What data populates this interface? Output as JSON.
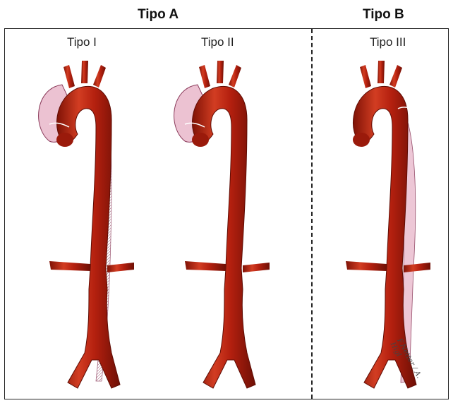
{
  "groups": [
    {
      "title": "Tipo A"
    },
    {
      "title": "Tipo B"
    }
  ],
  "panels": [
    {
      "label": "Tipo I"
    },
    {
      "label": "Tipo II"
    },
    {
      "label": "Tipo III"
    }
  ],
  "signature": "F.Netter / A. Higl",
  "colors": {
    "aorta": "#a81b0c",
    "aorta_highlight": "#d8452a",
    "dissection": "#e6b7c9",
    "dissection_outline": "#8a3a5a",
    "frame": "#222222"
  }
}
